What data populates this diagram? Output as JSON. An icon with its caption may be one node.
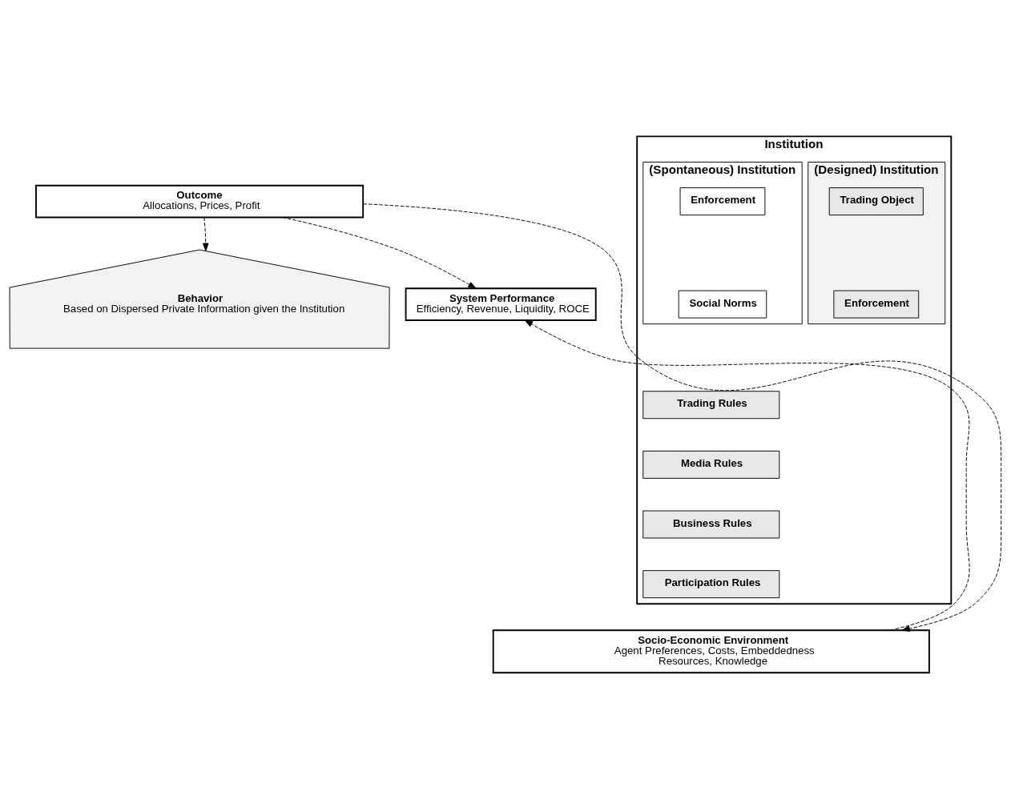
{
  "diagram": {
    "nodes": [
      {
        "text": [
          "Outcome",
          "Allocations, Prices, Profit"
        ]
      },
      {
        "text": [
          "Behavior",
          "Based on Dispersed Private Information given the Institution"
        ]
      },
      {
        "text": [
          "System Performance",
          "Efficiency, Revenue, Liquidity, ROCE"
        ]
      },
      {
        "text": [
          "Institution"
        ]
      },
      {
        "text": [
          "(Designed) Institution"
        ],
        "in": 3
      },
      {
        "text": [
          "(Spontaneous) Institution"
        ],
        "in": 3
      },
      {
        "text": [
          "Trading Rules"
        ],
        "in": 3
      },
      {
        "text": [
          "Media Rules"
        ],
        "in": 3
      },
      {
        "text": [
          "Business Rules"
        ],
        "in": 3
      },
      {
        "text": [
          "Participation Rules"
        ],
        "in": 3
      },
      {
        "text": [
          "Trading Object"
        ],
        "in": 4
      },
      {
        "text": [
          "Enforcement"
        ],
        "in": 4
      },
      {
        "text": [
          "Enforcement"
        ],
        "in": 5
      },
      {
        "text": [
          "Social Norms"
        ],
        "in": 5
      },
      {
        "text": [
          "Socio-Economic Environment",
          "Agent Preferences, Costs, Embeddedness",
          "Resources, Knowledge"
        ]
      }
    ],
    "edges": [
      {
        "from": 0,
        "to": 2,
        "arrow": "to",
        "style": "dashed"
      },
      {
        "from": 14,
        "to": 2,
        "arrow": "to",
        "style": "dashed"
      },
      {
        "from": 0,
        "to": 1,
        "arrow": "to",
        "style": "dashed"
      },
      {
        "from": 0,
        "to": 14,
        "arrow": "to",
        "style": "dashed"
      }
    ]
  }
}
